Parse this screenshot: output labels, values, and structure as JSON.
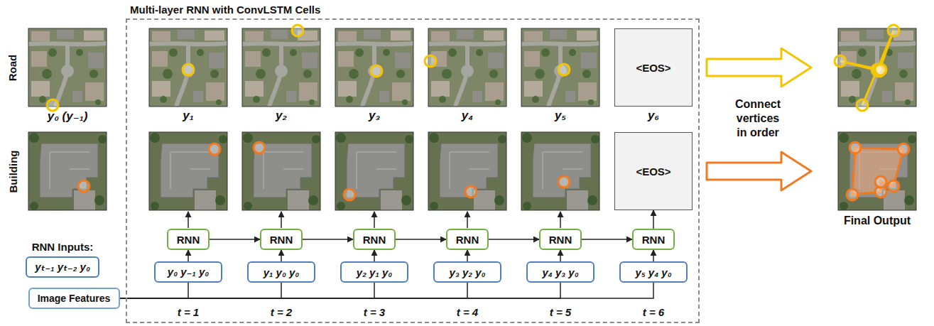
{
  "diagram": {
    "nodes": [
      {
        "text": [
          "Multi-layer RNN with ConvLSTM Cells"
        ]
      },
      {
        "text": [
          "<EOS>"
        ],
        "in": 0
      },
      {
        "text": [
          "<EOS>"
        ],
        "in": 0
      },
      {
        "text": [
          "RNN"
        ],
        "in": 0
      },
      {
        "text": [
          "RNN"
        ],
        "in": 0
      },
      {
        "text": [
          "RNN"
        ],
        "in": 0
      },
      {
        "text": [
          "RNN"
        ],
        "in": 0
      },
      {
        "text": [
          "RNN"
        ],
        "in": 0
      },
      {
        "text": [
          "RNN"
        ],
        "in": 0
      },
      {
        "text": [
          "y₀ y₋₁ y₀"
        ],
        "in": 0
      },
      {
        "text": [
          "y₁ y₀ y₀"
        ],
        "in": 0
      },
      {
        "text": [
          "y₂ y₁ y₀"
        ],
        "in": 0
      },
      {
        "text": [
          "y₃ y₂ y₀"
        ],
        "in": 0
      },
      {
        "text": [
          "y₄ y₃ y₀"
        ],
        "in": 0
      },
      {
        "text": [
          "y₅ y₄ y₀"
        ],
        "in": 0
      },
      {
        "text": [
          "RNN Inputs:",
          "yₜ₋₁ yₜ₋₂ y₀"
        ]
      },
      {
        "text": [
          "Image Features"
        ]
      }
    ],
    "edges": [
      {
        "from": 9,
        "to": 3,
        "arrow": "to"
      },
      {
        "from": 10,
        "to": 4,
        "arrow": "to"
      },
      {
        "from": 11,
        "to": 5,
        "arrow": "to"
      },
      {
        "from": 12,
        "to": 6,
        "arrow": "to"
      },
      {
        "from": 13,
        "to": 7,
        "arrow": "to"
      },
      {
        "from": 14,
        "to": 8,
        "arrow": "to"
      },
      {
        "from": 3,
        "to": 4,
        "arrow": "to"
      },
      {
        "from": 4,
        "to": 5,
        "arrow": "to"
      },
      {
        "from": 5,
        "to": 6,
        "arrow": "to"
      },
      {
        "from": 6,
        "to": 7,
        "arrow": "to"
      },
      {
        "from": 7,
        "to": 8,
        "arrow": "to"
      },
      {
        "from": 8,
        "to": 2,
        "arrow": "to"
      },
      {
        "from": 16,
        "to": 9,
        "arrow": "none"
      },
      {
        "from": 16,
        "to": 10,
        "arrow": "none"
      },
      {
        "from": 16,
        "to": 11,
        "arrow": "none"
      },
      {
        "from": 16,
        "to": 12,
        "arrow": "none"
      },
      {
        "from": 16,
        "to": 13,
        "arrow": "none"
      },
      {
        "from": 16,
        "to": 14,
        "arrow": "none"
      }
    ],
    "labels": [
      "Road",
      "Building",
      "y₀ (y₋₁)",
      "y₁",
      "y₂",
      "y₃",
      "y₄",
      "y₅",
      "y₆",
      "t = 1",
      "t = 2",
      "t = 3",
      "t = 4",
      "t = 5",
      "t = 6",
      "Connect vertices in order",
      "Final Output"
    ]
  }
}
